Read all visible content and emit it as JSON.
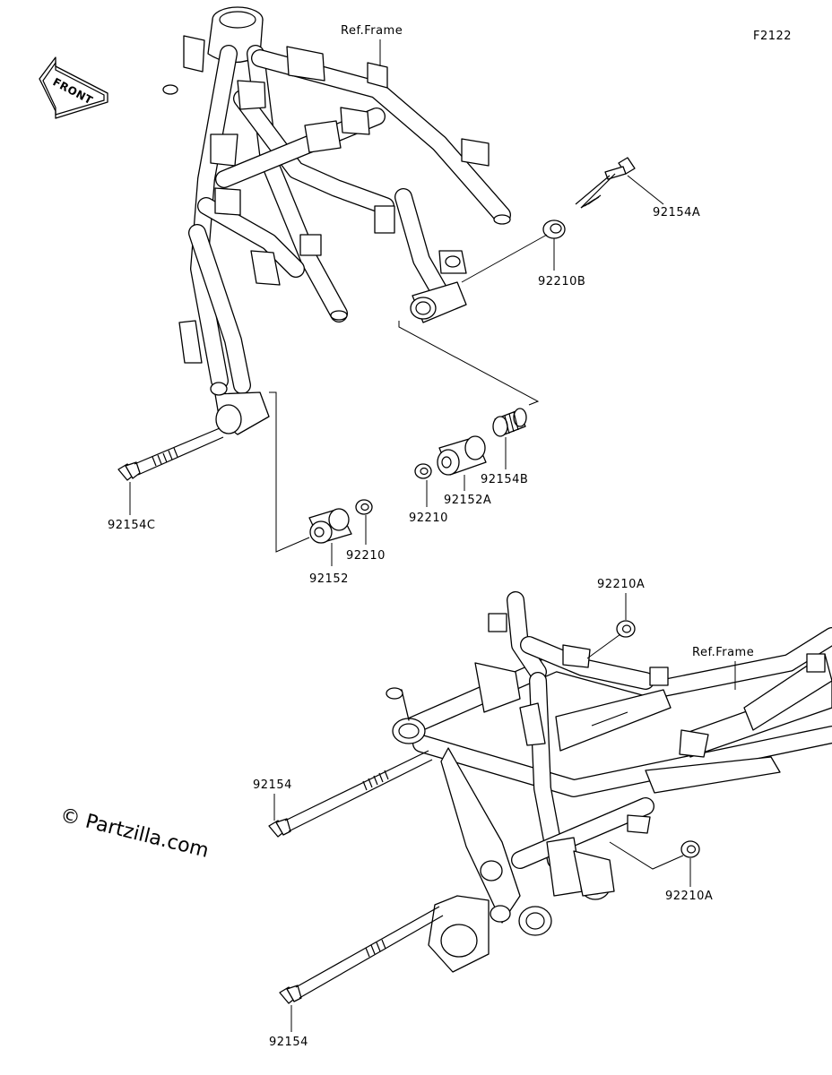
{
  "diagram_code": "F2122",
  "front_label": "FRONT",
  "copyright": "© Partzilla.com",
  "ref_labels": {
    "top": "Ref.Frame",
    "bottom": "Ref.Frame"
  },
  "parts": {
    "p92154A": "92154A",
    "p92210B": "92210B",
    "p92154C": "92154C",
    "p92154B": "92154B",
    "p92152A": "92152A",
    "p92210_mid": "92210",
    "p92210_low": "92210",
    "p92152": "92152",
    "p92210A_top": "92210A",
    "p92210A_right": "92210A",
    "p92154_mid": "92154",
    "p92154_bottom": "92154"
  }
}
